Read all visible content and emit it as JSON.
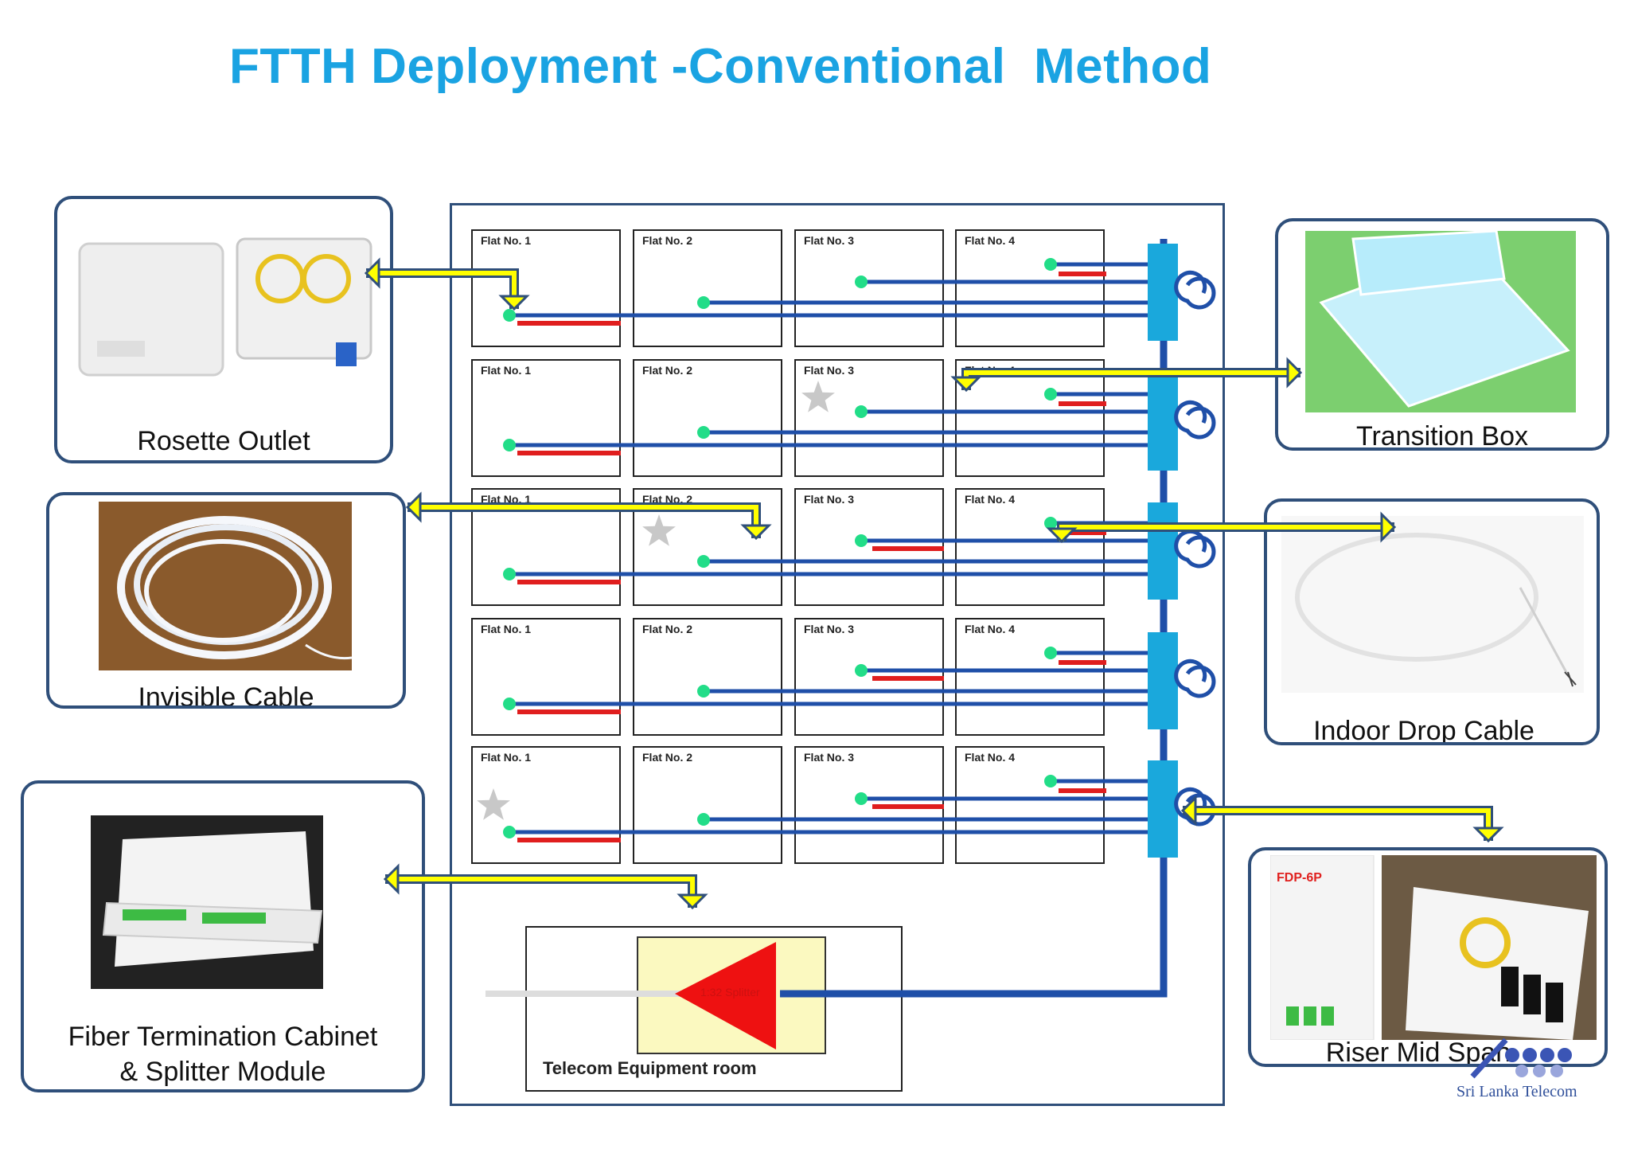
{
  "title": "FTTH Deployment -Conventional  Method",
  "callouts": {
    "rosette": "Rosette Outlet",
    "invisible": "Invisible Cable",
    "ftc": "Fiber Termination Cabinet\n& Splitter Module",
    "transition": "Transition Box",
    "indoor": "Indoor Drop Cable",
    "riser": "Riser Mid Span"
  },
  "floors": [
    [
      "Flat No. 1",
      "Flat No. 2",
      "Flat No. 3",
      "Flat No. 4"
    ],
    [
      "Flat No. 1",
      "Flat No. 2",
      "Flat No. 3",
      "Flat No. 4"
    ],
    [
      "Flat No. 1",
      "Flat No. 2",
      "Flat No. 3",
      "Flat No. 4"
    ],
    [
      "Flat No. 1",
      "Flat No. 2",
      "Flat No. 3",
      "Flat No. 4"
    ],
    [
      "Flat No. 1",
      "Flat No. 2",
      "Flat No. 3",
      "Flat No. 4"
    ]
  ],
  "equipment_room": {
    "label": "Telecom Equipment room",
    "splitter_label": "1:32 Splitter"
  },
  "photo_label": "FDP-6P",
  "logo": "Sri Lanka Telecom",
  "colors": {
    "title": "#1aa3e2",
    "fiber": "#1f4fa8",
    "riser": "#1aa8dc",
    "outlet": "#22dd88",
    "patch": "#e01e1e",
    "arrow_fill": "#ffff00",
    "arrow_outline": "#2f4f7a",
    "splitter": "#ee1111"
  }
}
